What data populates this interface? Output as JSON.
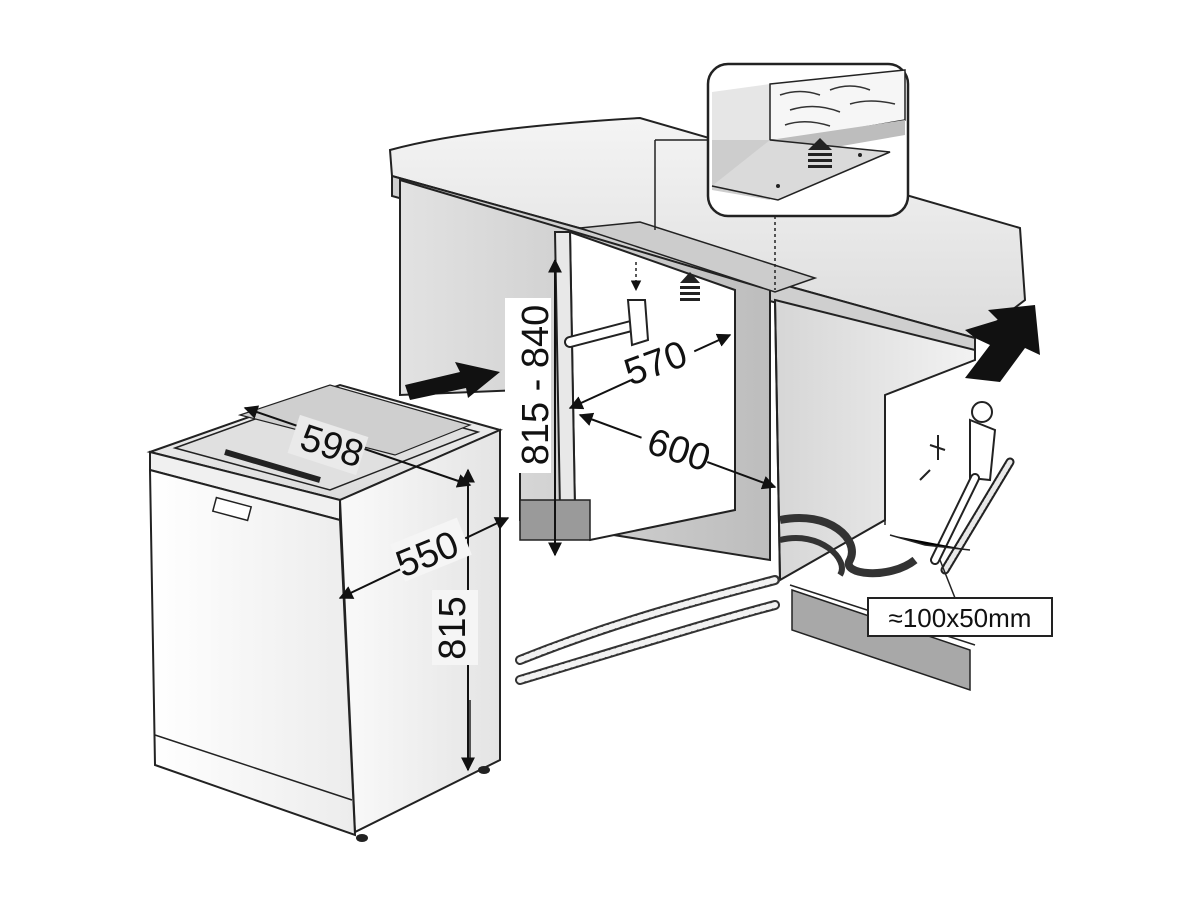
{
  "dimensions": {
    "cabinet_height_range": "815 - 840",
    "inner_depth": "570",
    "niche_width": "600",
    "appliance_width": "598",
    "appliance_depth": "550",
    "appliance_height": "815"
  },
  "callouts": {
    "cutout_size": "≈100x50mm"
  }
}
